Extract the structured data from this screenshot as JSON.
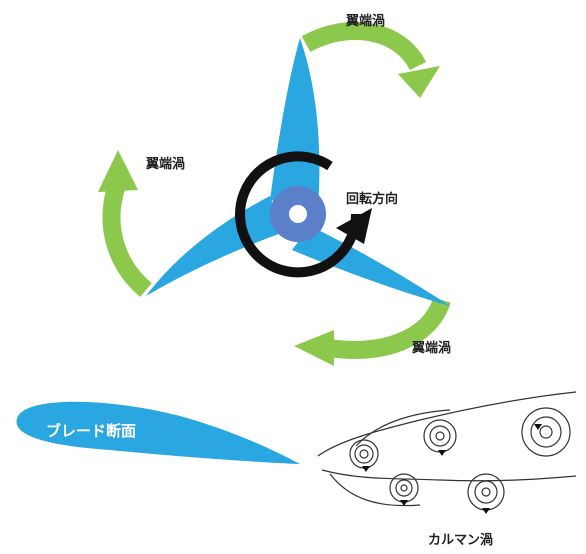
{
  "labels": {
    "tip_vortex_top": "翼端渦",
    "tip_vortex_left": "翼端渦",
    "tip_vortex_bottom": "翼端渦",
    "rotation_direction": "回転方向",
    "blade_section": "ブレード断面",
    "karman_vortex": "カルマン渦"
  },
  "colors": {
    "blade": "#2aa6e0",
    "hub": "#5b7fc8",
    "hub_center": "#ffffff",
    "vortex_arrow": "#8cc84b",
    "rotation_arrow": "#111111",
    "karman_lines": "#333333"
  },
  "icons": {
    "rotation": "circular-arrow-icon",
    "tip_vortex": "curved-arrow-icon",
    "karman": "spiral-icon"
  }
}
